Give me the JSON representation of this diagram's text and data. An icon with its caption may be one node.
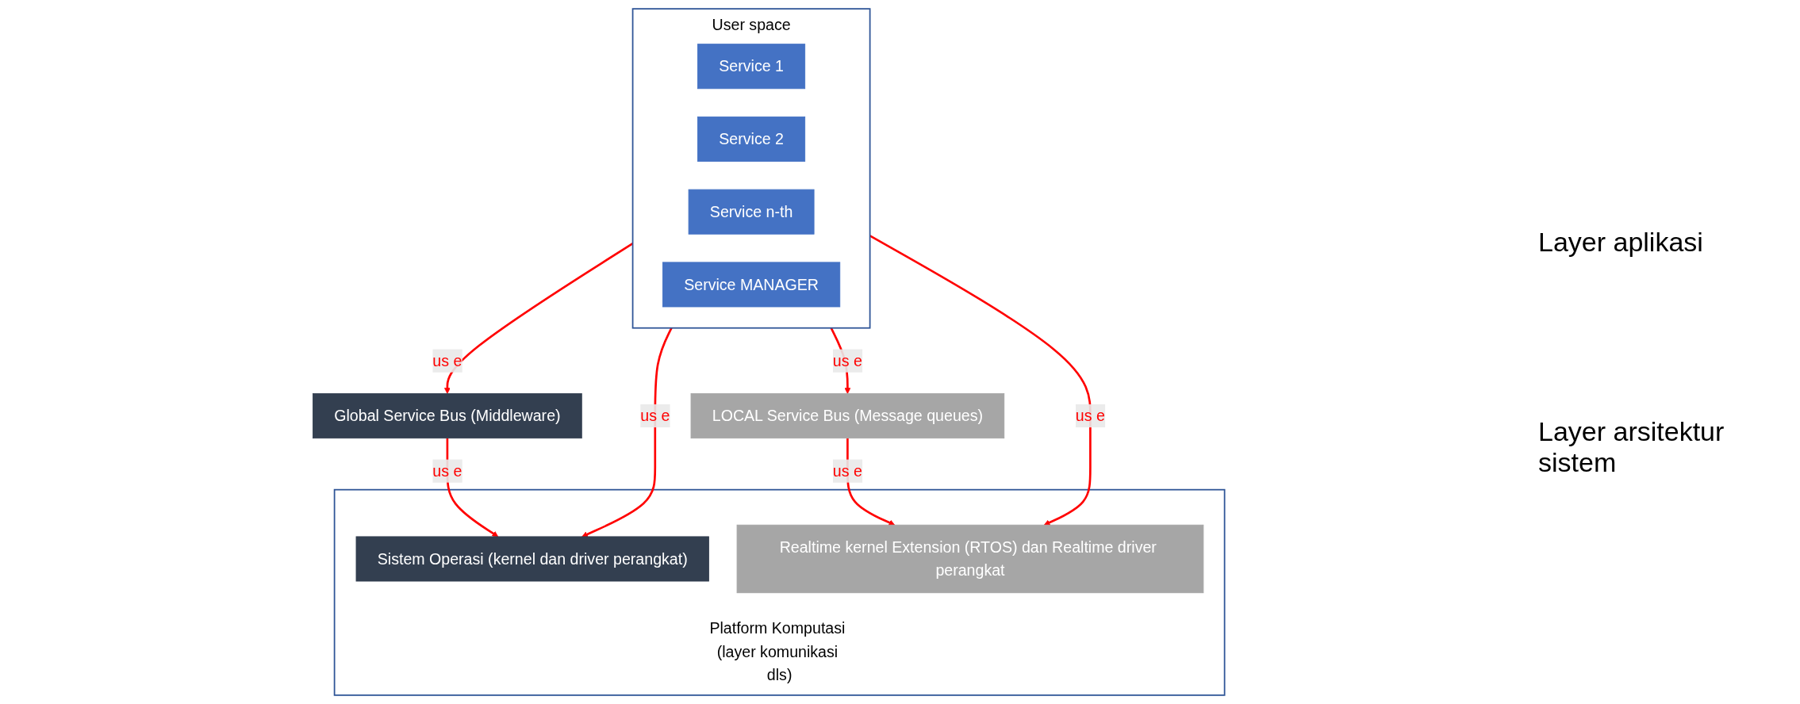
{
  "diagram": {
    "nodes": [
      {
        "text": [
          "User space"
        ]
      },
      {
        "text": [
          "Service 1"
        ],
        "in": 0
      },
      {
        "text": [
          "Service 2"
        ],
        "in": 0
      },
      {
        "text": [
          "Service n-th"
        ],
        "in": 0
      },
      {
        "text": [
          "Service MANAGER"
        ],
        "in": 0
      },
      {
        "text": [
          "Global Service Bus (Middleware)"
        ]
      },
      {
        "text": [
          "LOCAL Service Bus (Message queues)"
        ]
      },
      {
        "text": [
          "Platform Komputasi (layer komunikasi dls)"
        ]
      },
      {
        "text": [
          "Sistem Operasi (kernel dan driver perangkat)"
        ],
        "in": 7
      },
      {
        "text": [
          "Realtime kernel Extension (RTOS) dan Realtime driver perangkat"
        ],
        "in": 7
      }
    ],
    "edges": [
      {
        "from": 0,
        "to": 5,
        "arrow": "to",
        "label": "us e"
      },
      {
        "from": 0,
        "to": 8,
        "arrow": "to",
        "label": "us e"
      },
      {
        "from": 0,
        "to": 6,
        "arrow": "to",
        "label": "us e"
      },
      {
        "from": 0,
        "to": 9,
        "arrow": "to",
        "label": "us e"
      },
      {
        "from": 5,
        "to": 8,
        "arrow": "to",
        "label": "us e"
      },
      {
        "from": 6,
        "to": 9,
        "arrow": "to",
        "label": "us e"
      }
    ],
    "labels": [
      "Layer aplikasi",
      "Layer arsitektur sistem"
    ]
  }
}
